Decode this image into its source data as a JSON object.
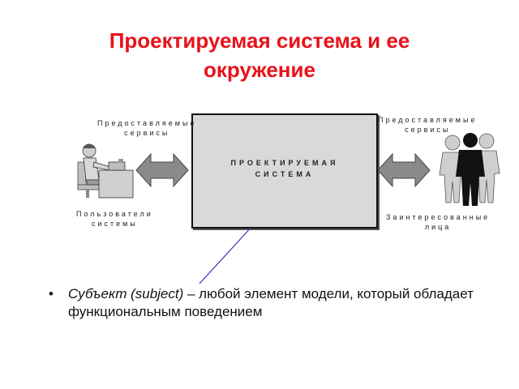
{
  "title": {
    "line1": "Проектируемая система и ее",
    "line2": "окружение"
  },
  "diagram": {
    "system_line1": "ПРОЕКТИРУЕМАЯ",
    "system_line2": "СИСТЕМА",
    "left_top_line1": "Предоставляемые",
    "left_top_line2": "сервисы",
    "right_top_line1": "Предоставляемые",
    "right_top_line2": "сервисы",
    "left_bottom_line1": "Пользователи",
    "left_bottom_line2": "системы",
    "right_bottom_line1": "Заинтересованные",
    "right_bottom_line2": "лица",
    "connector_color": "#3333cc",
    "arrow_color": "#808080"
  },
  "bullets": [
    {
      "term": "Субъект (subject)",
      "text": " – любой элемент модели, который обладает функциональным поведением"
    }
  ],
  "colors": {
    "title": "#e8121a",
    "system_fill": "#d9d9d9"
  }
}
